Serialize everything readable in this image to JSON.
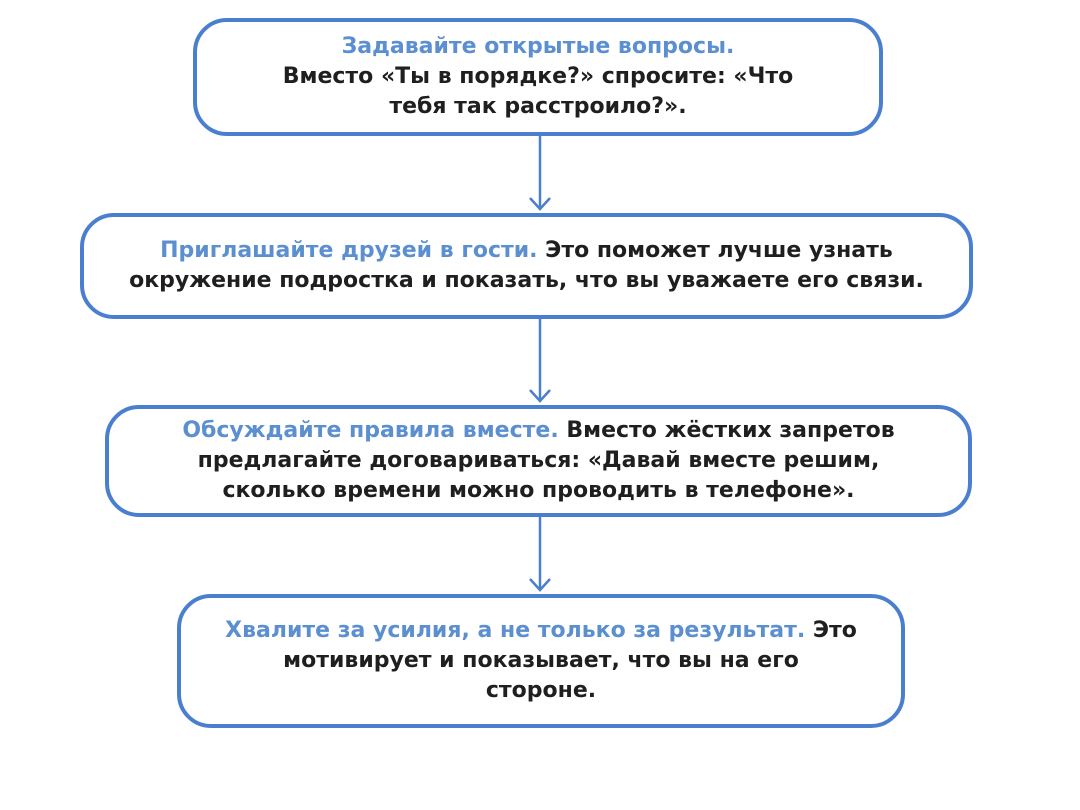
{
  "colors": {
    "border": "#4a7fd0",
    "highlight": "#5b8fd0",
    "text": "#1f1f1f"
  },
  "steps": [
    {
      "highlight": "Задавайте открытые вопросы.",
      "line2": "Вместо «Ты в порядке?» спросите: «Что",
      "line3": "тебя так расстроило?»."
    },
    {
      "highlight": "Приглашайте друзей в гости.",
      "line1_rest": " Это поможет лучше узнать",
      "line2": "окружение подростка и показать, что вы уважаете его связи."
    },
    {
      "highlight": "Обсуждайте правила вместе.",
      "line1_rest": " Вместо жёстких запретов",
      "line2": "предлагайте договариваться: «Давай вместе решим,",
      "line3": "сколько времени можно проводить в телефоне»."
    },
    {
      "highlight": "Хвалите за усилия, а не только за результат.",
      "line1_rest": " Это",
      "line2": "мотивирует и показывает, что вы на его",
      "line3": "стороне."
    }
  ]
}
